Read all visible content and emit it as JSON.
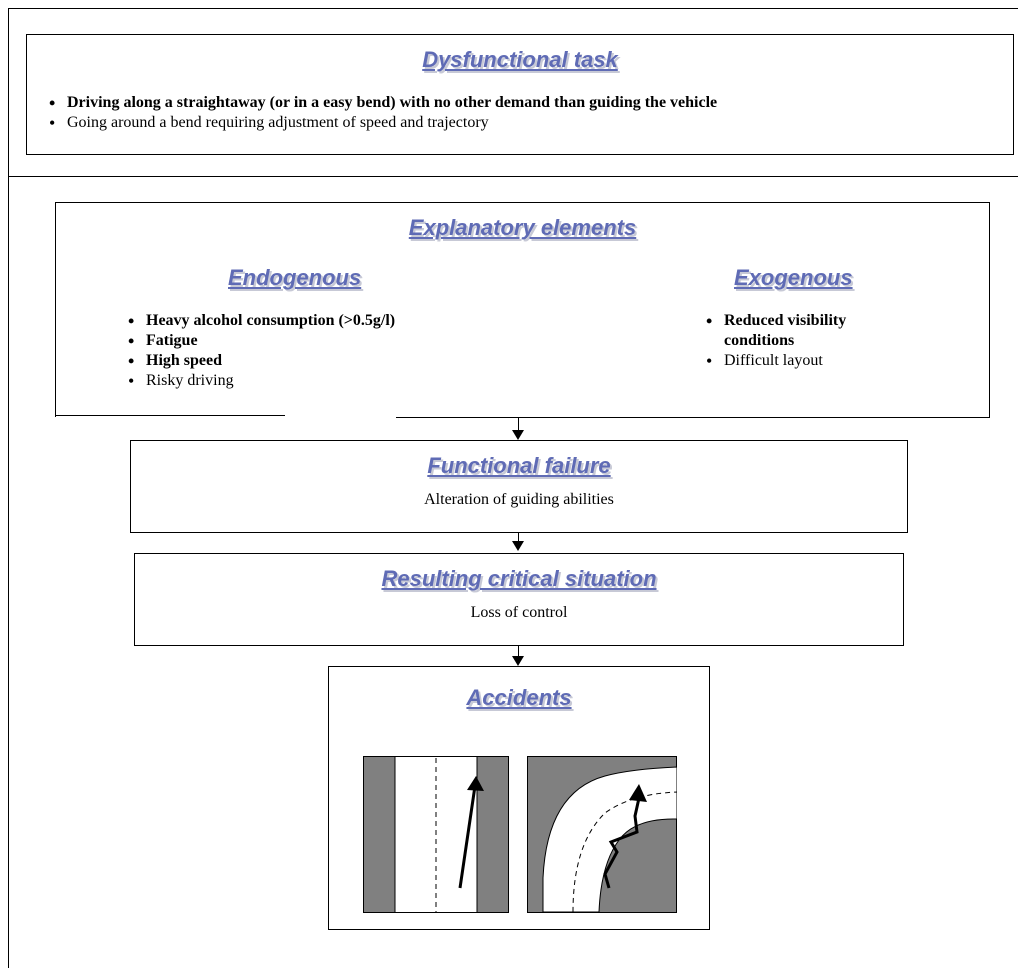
{
  "dysfunctional_task": {
    "title": "Dysfunctional task",
    "items": [
      {
        "text": "Driving along a straightaway (or in a easy bend) with no other demand than guiding the vehicle",
        "bold": true
      },
      {
        "text": "Going around a bend requiring adjustment of speed and trajectory",
        "bold": false
      }
    ]
  },
  "explanatory": {
    "title": "Explanatory elements",
    "endogenous": {
      "title": "Endogenous",
      "items": [
        {
          "text": "Heavy alcohol consumption (>0.5g/l)",
          "bold": true
        },
        {
          "text": "Fatigue",
          "bold": true
        },
        {
          "text": "High speed",
          "bold": true
        },
        {
          "text": "Risky driving",
          "bold": false
        }
      ]
    },
    "exogenous": {
      "title": "Exogenous",
      "items": [
        {
          "text": "Reduced visibility conditions",
          "bold": true
        },
        {
          "text": "Difficult layout",
          "bold": false
        }
      ]
    }
  },
  "functional_failure": {
    "title": "Functional failure",
    "text": "Alteration of guiding abilities"
  },
  "critical_situation": {
    "title": "Resulting critical situation",
    "text": "Loss of control"
  },
  "accidents": {
    "title": "Accidents",
    "illustrations": [
      "straight-road-drift-illustration",
      "bend-road-loss-of-control-illustration"
    ]
  },
  "colors": {
    "title_blue": "#5f6bb5",
    "road_gray": "#808080"
  }
}
